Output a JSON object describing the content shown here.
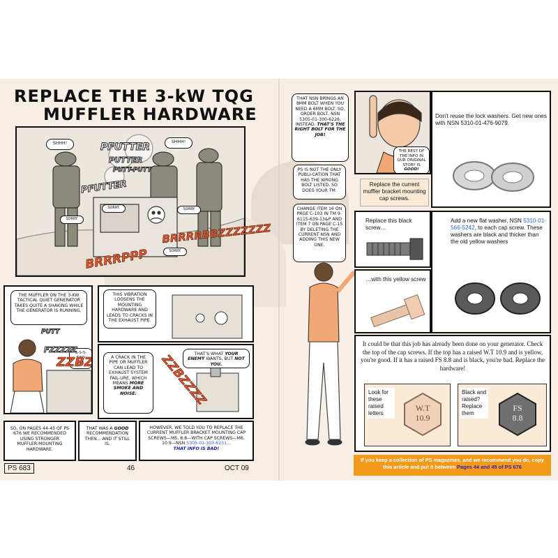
{
  "left_page": {
    "title_line1": "REPLACE THE 3-kW TQG",
    "title_line2": "MUFFLER HARDWARE",
    "sfx": {
      "shhh1": "SHHH!",
      "shhh2": "SHHH!",
      "pfutter1": "PFUTTER",
      "putter": "PUTTER",
      "putt_putt": "PUTT-PUTT",
      "pfutter2": "PFUTTER",
      "sorry1": "SORRY.",
      "sorry2": "SORRY.",
      "sorry3": "SORRY.",
      "sorry4": "SORRY.",
      "brrr1": "BRRRRBBZZZZZZZ",
      "brrr2": "BRRRPPP",
      "putt": "PUTT",
      "saw": "S-S-S-SAW REE.",
      "fzzz": "FZZZZZ",
      "zzbz": "ZZBZ",
      "zzzz": "ZZBZZZZ"
    },
    "bubbles": {
      "generator_shaking": "THE MUFFLER ON THE 3-kW TACTICAL QUIET GENERATOR TAKES QUITE A SHAKING WHILE THE GENERATOR IS RUNNING.",
      "vibration": "THIS VIBRATION LOOSENS THE MOUNTING HARDWARE AND LEADS TO CRACKS IN THE EXHAUST PIPE.",
      "crack_pre": "A CRACK IN THE PIPE OR MUFFLER CAN LEAD TO EXHAUST SYSTEM FAIL-URE, WHICH MEANS ",
      "crack_bold": "MORE SMOKE AND NOISE.",
      "enemy_pre": "THAT'S WHAT ",
      "enemy_bold1": "YOUR ENEMY",
      "enemy_mid": " WANTS, BUT ",
      "enemy_bold2": "NOT YOU.",
      "so_on_pages": "SO, ON PAGES 44-45 OF PS 676 WE RECOMMENDED USING STRONGER MUFFLER-MOUNTING HARDWARE.",
      "good_pre": "THAT WAS A ",
      "good_bold": "GOOD",
      "good_post": " RECOMMENDATION THEN... AND IT STILL IS.",
      "however_pre": "HOWEVER, WE TOLD YOU TO REPLACE THE CURRENT MUFFLER BRACKET MOUNTING CAP SCREWS—M5, 8.8—WITH CAP SCREWS—M6, 10.9—NSN ",
      "however_nsn": "5305-01-303-6231",
      "however_ellipsis": "...",
      "however_bold": "THAT INFO IS BAD!"
    },
    "footer": {
      "issue": "PS 683",
      "page": "46",
      "date": "OCT 09"
    }
  },
  "middle": {
    "bubble_nsn": {
      "pre": "THAT NSN BRINGS AN 8MM BOLT WHEN YOU NEED A 6MM BOLT. SO, ORDER BOLT, NSN 5305-01-300-6226, INSTEAD. ",
      "bold": "THAT'S THE RIGHT BOLT FOR THE JOB!"
    },
    "bubble_ps": "PS IS NOT THE ONLY PUBLI-CATION THAT HAS THE WRONG BOLT LISTED, SO DOES YOUR TM.",
    "bubble_change": "CHANGE ITEM 16 ON PAGE C-103 IN TM 9-6115-639-13&P AND ITEM 7 ON PAGE C-15 BY DELETING THE CURRENT NSN AND ADDING THIS NEW ONE.",
    "bubble_rest_pre": "THE REST OF THE INFO IN OUR ORIGINAL STORY IS ",
    "bubble_rest_bold": "GOOD!"
  },
  "right_page": {
    "lock_washer_text": "Don't reuse the lock washers. Get new ones with NSN 5310-01-476-9079.",
    "replace_caption": "Replace the current muffler bracket mounting cap screws.",
    "replace_black_screw": "Replace this black screw…",
    "with_this_screw": "…with this yellow screw",
    "flat_washer_pre": "Add a new flat washer, NSN ",
    "flat_washer_nsn": "5310-01-566-5242",
    "flat_washer_post": ", to each cap screw. These washers are black and thicker than the old yellow washers",
    "done_text": "It could be that this job has already been done on your generator. Check the top of the cap screws. If the top has a raised W.T 10.9 and is yellow, you're good. If it has a raised FS 8.8 and is black, you're bad. Replace the hardware!",
    "look_label": "Look for these raised letters",
    "black_label": "Black and raised? Replace them",
    "bolt_good_line1": "W.T",
    "bolt_good_line2": "10.9",
    "bolt_bad_line1": "FS",
    "bolt_bad_line2": "8.8",
    "orange_pre": "If you keep a collection of PS magazines, and we recommend you do, copy this article and put it between ",
    "orange_highlight": "Pages 44 and 45 of PS 676"
  },
  "colors": {
    "background": "#f7efe6",
    "sfx_red": "#e0562d",
    "orange_box": "#f29a1c",
    "nsn_blue": "#2a66d8",
    "highlight_text": "#3a1fb0"
  }
}
